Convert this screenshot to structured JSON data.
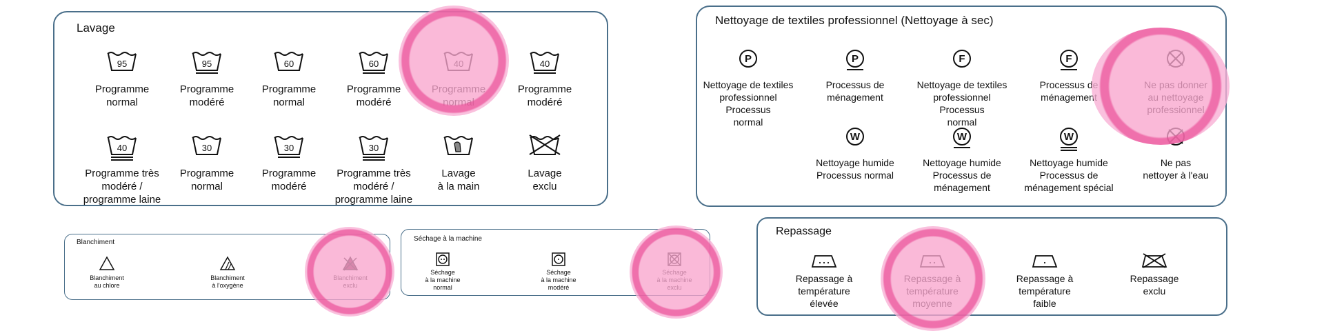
{
  "lavage": {
    "title": "Lavage",
    "row1": [
      {
        "num": "95",
        "label": "Programme\nnormal",
        "bars": 0
      },
      {
        "num": "95",
        "label": "Programme\nmodéré",
        "bars": 1
      },
      {
        "num": "60",
        "label": "Programme\nnormal",
        "bars": 0
      },
      {
        "num": "60",
        "label": "Programme\nmodéré",
        "bars": 1
      },
      {
        "num": "40",
        "label": "Programme\nnormal",
        "bars": 0
      },
      {
        "num": "40",
        "label": "Programme\nmodéré",
        "bars": 1
      }
    ],
    "row2": [
      {
        "num": "40",
        "label": "Programme très\nmodéré /\nprogramme laine",
        "bars": 2
      },
      {
        "num": "30",
        "label": "Programme\nnormal",
        "bars": 0
      },
      {
        "num": "30",
        "label": "Programme\nmodéré",
        "bars": 1
      },
      {
        "num": "30",
        "label": "Programme très\nmodéré /\nprogramme laine",
        "bars": 2
      },
      {
        "num": "",
        "label": "Lavage\nà la main",
        "bars": 0,
        "hand": true
      },
      {
        "num": "",
        "label": "Lavage\nexclu",
        "bars": 0,
        "cross": true
      }
    ]
  },
  "nettoyage": {
    "title": "Nettoyage de textiles professionnel (Nettoyage à sec)",
    "row1": [
      {
        "letter": "P",
        "bars": 0,
        "label": "Nettoyage de textiles professionnel\nProcessus\nnormal"
      },
      {
        "letter": "P",
        "bars": 1,
        "label": "Processus de\nménagement"
      },
      {
        "letter": "F",
        "bars": 0,
        "label": "Nettoyage de textiles professionnel\nProcessus\nnormal"
      },
      {
        "letter": "F",
        "bars": 1,
        "label": "Processus de\nménagement"
      },
      {
        "letter": "",
        "bars": 0,
        "cross": true,
        "label": "Ne pas donner\nau nettoyage\nprofessionnel"
      }
    ],
    "row2": [
      {
        "letter": "W",
        "bars": 0,
        "label": "Nettoyage humide\nProcessus normal"
      },
      {
        "letter": "W",
        "bars": 1,
        "label": "Nettoyage humide\nProcessus de\nménagement"
      },
      {
        "letter": "W",
        "bars": 2,
        "label": "Nettoyage humide\nProcessus de\nménagement spécial"
      },
      {
        "letter": "",
        "bars": 0,
        "cross": true,
        "label": "Ne pas\nnettoyer à l'eau"
      }
    ]
  },
  "blanchiment": {
    "title": "Blanchiment",
    "items": [
      {
        "label": "Blanchiment\nau chlore",
        "type": "plain"
      },
      {
        "label": "Blanchiment\nà l'oxygène",
        "type": "lines"
      },
      {
        "label": "Blanchiment\nexclu",
        "type": "cross"
      }
    ]
  },
  "sechage": {
    "title": "Séchage à la machine",
    "items": [
      {
        "label": "Séchage\nà la machine\nnormal",
        "dots": 2
      },
      {
        "label": "Séchage\nà la machine\nmodéré",
        "dots": 1
      },
      {
        "label": "Séchage\nà la machine\nexclu",
        "cross": true
      }
    ]
  },
  "repassage": {
    "title": "Repassage",
    "items": [
      {
        "label": "Repassage à\ntempérature\nélevée",
        "dots": 3
      },
      {
        "label": "Repassage à\ntempérature\nmoyenne",
        "dots": 2
      },
      {
        "label": "Repassage à\ntempérature\nfaible",
        "dots": 1
      },
      {
        "label": "Repassage\nexclu",
        "cross": true
      }
    ]
  }
}
